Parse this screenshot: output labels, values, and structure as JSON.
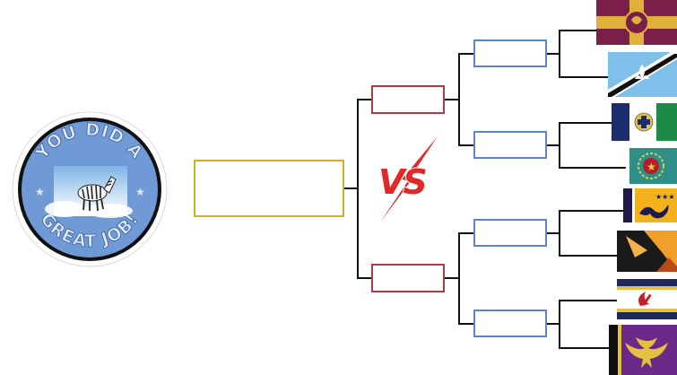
{
  "badge": {
    "text_top": "YOU DID A",
    "text_bottom": "GREAT JOB!",
    "colors": {
      "fill": "#6f9ad6",
      "ring": "#ffffff",
      "outline": "#111111"
    }
  },
  "vs_label": "VS",
  "colors": {
    "final_slot": "#d4b21c",
    "semifinal_slot": "#b03a4a",
    "quarterfinal_slot": "#5c84c9",
    "vs_red": "#e02a2a"
  },
  "bracket": {
    "final": {
      "slot": "final-slot"
    },
    "semifinals": [
      "semifinal-slot-top",
      "semifinal-slot-bottom"
    ],
    "quarterfinals": [
      "quarterfinal-slot-1",
      "quarterfinal-slot-2",
      "quarterfinal-slot-3",
      "quarterfinal-slot-4"
    ],
    "entrants": [
      {
        "id": "flag-1",
        "icon": "maroon-gold-emblem-flag"
      },
      {
        "id": "flag-2",
        "icon": "lightblue-black-stripe-flag"
      },
      {
        "id": "flag-3",
        "icon": "navy-green-crest-flag"
      },
      {
        "id": "flag-4",
        "icon": "teal-red-star-flag"
      },
      {
        "id": "flag-5",
        "icon": "gold-dragon-flag"
      },
      {
        "id": "flag-6",
        "icon": "orange-black-mountain-flag"
      },
      {
        "id": "flag-7",
        "icon": "navy-gold-hammer-sickle-flag"
      },
      {
        "id": "flag-8",
        "icon": "purple-gold-eagle-flag"
      }
    ]
  }
}
